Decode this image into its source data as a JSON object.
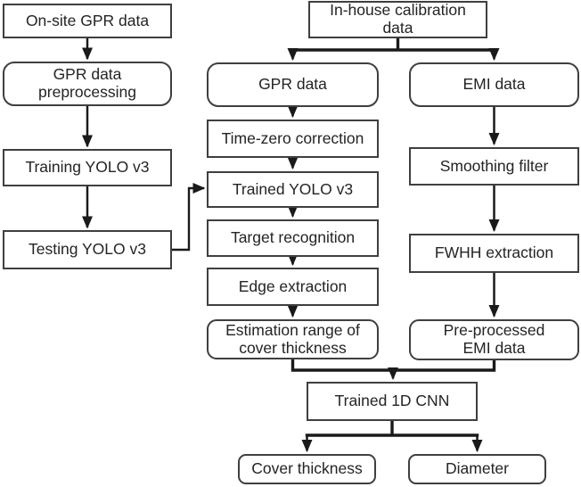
{
  "diagram": {
    "colors": {
      "background": "#ffffff",
      "box_border": "#3f3f3f",
      "text": "#242424",
      "arrow": "#1a1a1a"
    },
    "nodes": {
      "onsite_gpr_data": {
        "label": "On-site GPR data"
      },
      "gpr_preprocessing": {
        "label": "GPR data\npreprocessing"
      },
      "training_yolo": {
        "label": "Training YOLO v3"
      },
      "testing_yolo": {
        "label": "Testing YOLO v3"
      },
      "inhouse_calibration": {
        "label": "In-house calibration\ndata"
      },
      "gpr_data": {
        "label": "GPR data"
      },
      "time_zero": {
        "label": "Time-zero correction"
      },
      "trained_yolo": {
        "label": "Trained YOLO v3"
      },
      "target_recognition": {
        "label": "Target recognition"
      },
      "edge_extraction": {
        "label": "Edge extraction"
      },
      "estimation_range": {
        "label": "Estimation range of\ncover thickness"
      },
      "emi_data": {
        "label": "EMI data"
      },
      "smoothing_filter": {
        "label": "Smoothing filter"
      },
      "fwhh_extraction": {
        "label": "FWHH extraction"
      },
      "preprocessed_emi": {
        "label": "Pre-processed\nEMI data"
      },
      "trained_1d_cnn": {
        "label": "Trained 1D CNN"
      },
      "cover_thickness": {
        "label": "Cover thickness"
      },
      "diameter": {
        "label": "Diameter"
      }
    },
    "edges": [
      {
        "from": "onsite_gpr_data",
        "to": "gpr_preprocessing"
      },
      {
        "from": "gpr_preprocessing",
        "to": "training_yolo"
      },
      {
        "from": "training_yolo",
        "to": "testing_yolo"
      },
      {
        "from": "testing_yolo",
        "to": "trained_yolo"
      },
      {
        "from": "inhouse_calibration",
        "to": "gpr_data"
      },
      {
        "from": "inhouse_calibration",
        "to": "emi_data"
      },
      {
        "from": "gpr_data",
        "to": "time_zero"
      },
      {
        "from": "time_zero",
        "to": "trained_yolo"
      },
      {
        "from": "trained_yolo",
        "to": "target_recognition"
      },
      {
        "from": "target_recognition",
        "to": "edge_extraction"
      },
      {
        "from": "edge_extraction",
        "to": "estimation_range"
      },
      {
        "from": "emi_data",
        "to": "smoothing_filter"
      },
      {
        "from": "smoothing_filter",
        "to": "fwhh_extraction"
      },
      {
        "from": "fwhh_extraction",
        "to": "preprocessed_emi"
      },
      {
        "from": "estimation_range",
        "to": "trained_1d_cnn"
      },
      {
        "from": "preprocessed_emi",
        "to": "trained_1d_cnn"
      },
      {
        "from": "trained_1d_cnn",
        "to": "cover_thickness"
      },
      {
        "from": "trained_1d_cnn",
        "to": "diameter"
      }
    ]
  }
}
